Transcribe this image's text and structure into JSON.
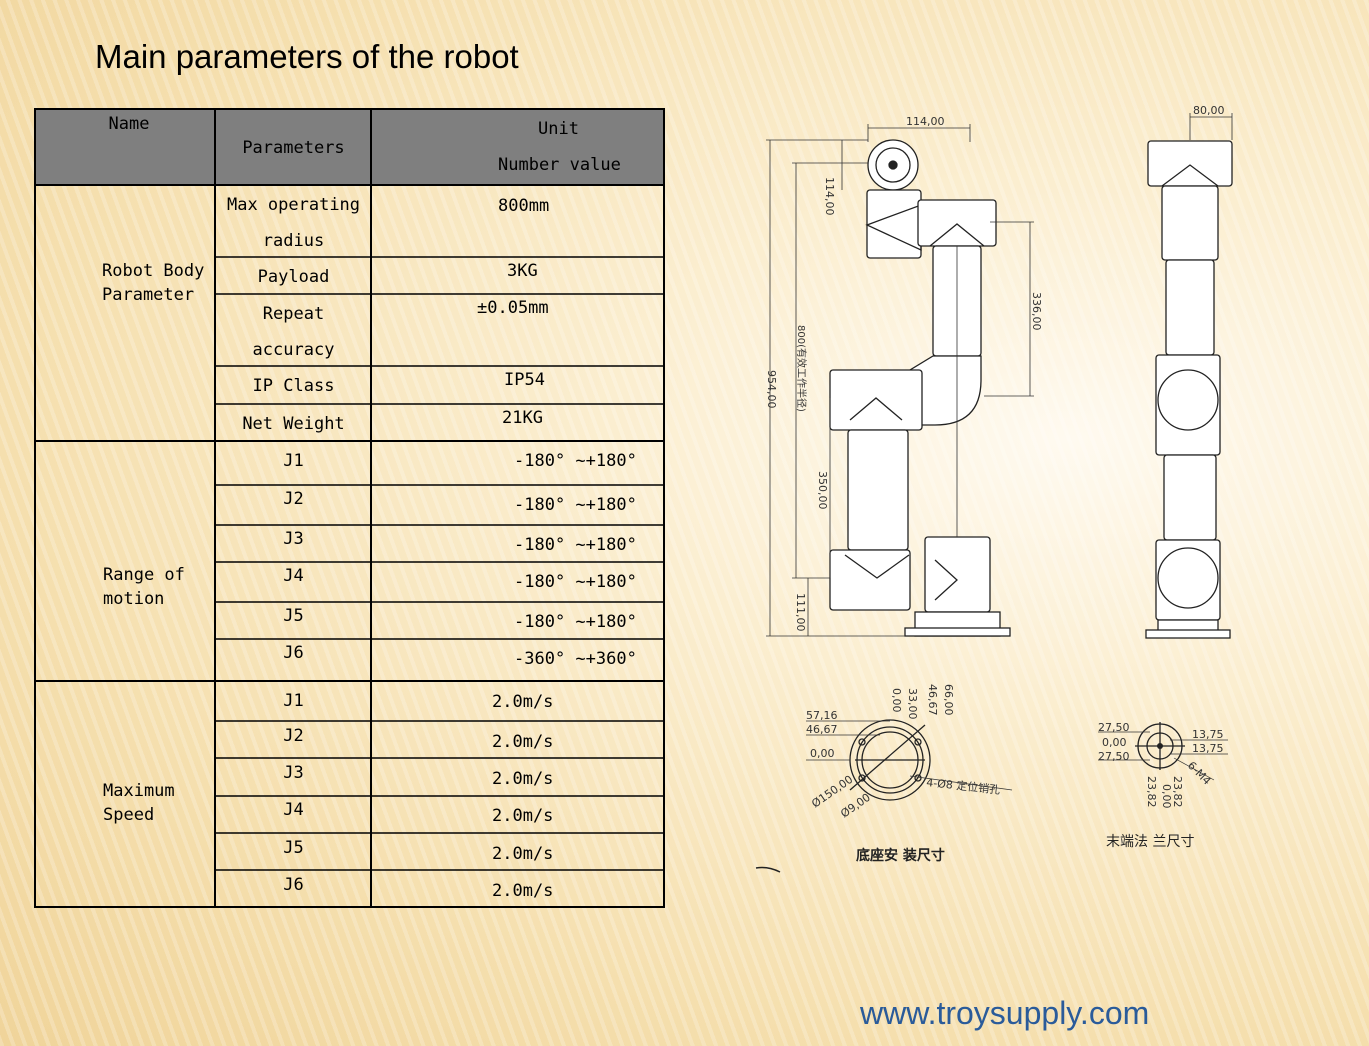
{
  "title": "Main parameters of the robot",
  "table": {
    "headers": {
      "name": "Name",
      "parameters": "Parameters",
      "unit_line1": "Unit",
      "unit_line2": "Number value"
    },
    "groups": [
      {
        "label_line1": "Robot Body",
        "label_line2": "Parameter",
        "rows": [
          {
            "param_line1": "Max operating",
            "param_line2": "radius",
            "value": "800mm"
          },
          {
            "param_line1": "Payload",
            "param_line2": "",
            "value": "3KG"
          },
          {
            "param_line1": "Repeat",
            "param_line2": "accuracy",
            "value": "±0.05mm"
          },
          {
            "param_line1": "IP Class",
            "param_line2": "",
            "value": "IP54"
          },
          {
            "param_line1": "Net Weight",
            "param_line2": "",
            "value": "21KG"
          }
        ]
      },
      {
        "label_line1": "Range of",
        "label_line2": "motion",
        "rows": [
          {
            "param_line1": "J1",
            "value": "-180° ~+180°"
          },
          {
            "param_line1": "J2",
            "value": "-180° ~+180°"
          },
          {
            "param_line1": "J3",
            "value": "-180° ~+180°"
          },
          {
            "param_line1": "J4",
            "value": "-180° ~+180°"
          },
          {
            "param_line1": "J5",
            "value": "-180° ~+180°"
          },
          {
            "param_line1": "J6",
            "value": "-360° ~+360°"
          }
        ]
      },
      {
        "label_line1": "Maximum",
        "label_line2": "Speed",
        "rows": [
          {
            "param_line1": "J1",
            "value": "2.0m/s"
          },
          {
            "param_line1": "J2",
            "value": "2.0m/s"
          },
          {
            "param_line1": "J3",
            "value": "2.0m/s"
          },
          {
            "param_line1": "J4",
            "value": "2.0m/s"
          },
          {
            "param_line1": "J5",
            "value": "2.0m/s"
          },
          {
            "param_line1": "J6",
            "value": "2.0m/s"
          }
        ]
      }
    ]
  },
  "drawing": {
    "dims": {
      "d114_top": "114,00",
      "d114_side": "114,00",
      "d80": "80,00",
      "d336": "336,00",
      "d954": "954,00",
      "d800": "800(有效工作半径)",
      "d350": "350,00",
      "d111": "111,00",
      "base_57": "57,16",
      "base_46": "46,67",
      "base_0": "0,00",
      "base_0v": "0,00",
      "base_33": "33,00",
      "base_46v": "46,67",
      "base_66": "66,00",
      "base_150": "Ø150,00",
      "base_9": "Ø9,00",
      "base_pin": "4-Ø8  定位销孔",
      "fl_275a": "27,50",
      "fl_0": "0,00",
      "fl_275b": "27,50",
      "fl_1375a": "13,75",
      "fl_1375b": "13,75",
      "fl_2382a": "23,82",
      "fl_0v": "0,00",
      "fl_2382b": "23,82",
      "fl_m4": "6-M4"
    },
    "caption_base": "底座安  装尺寸",
    "caption_flange": "末端法  兰尺寸"
  },
  "footer_url": "www.troysupply.com",
  "colors": {
    "header_bg": "#7f7f7f",
    "url": "#2a5b9a",
    "line": "#000000"
  }
}
